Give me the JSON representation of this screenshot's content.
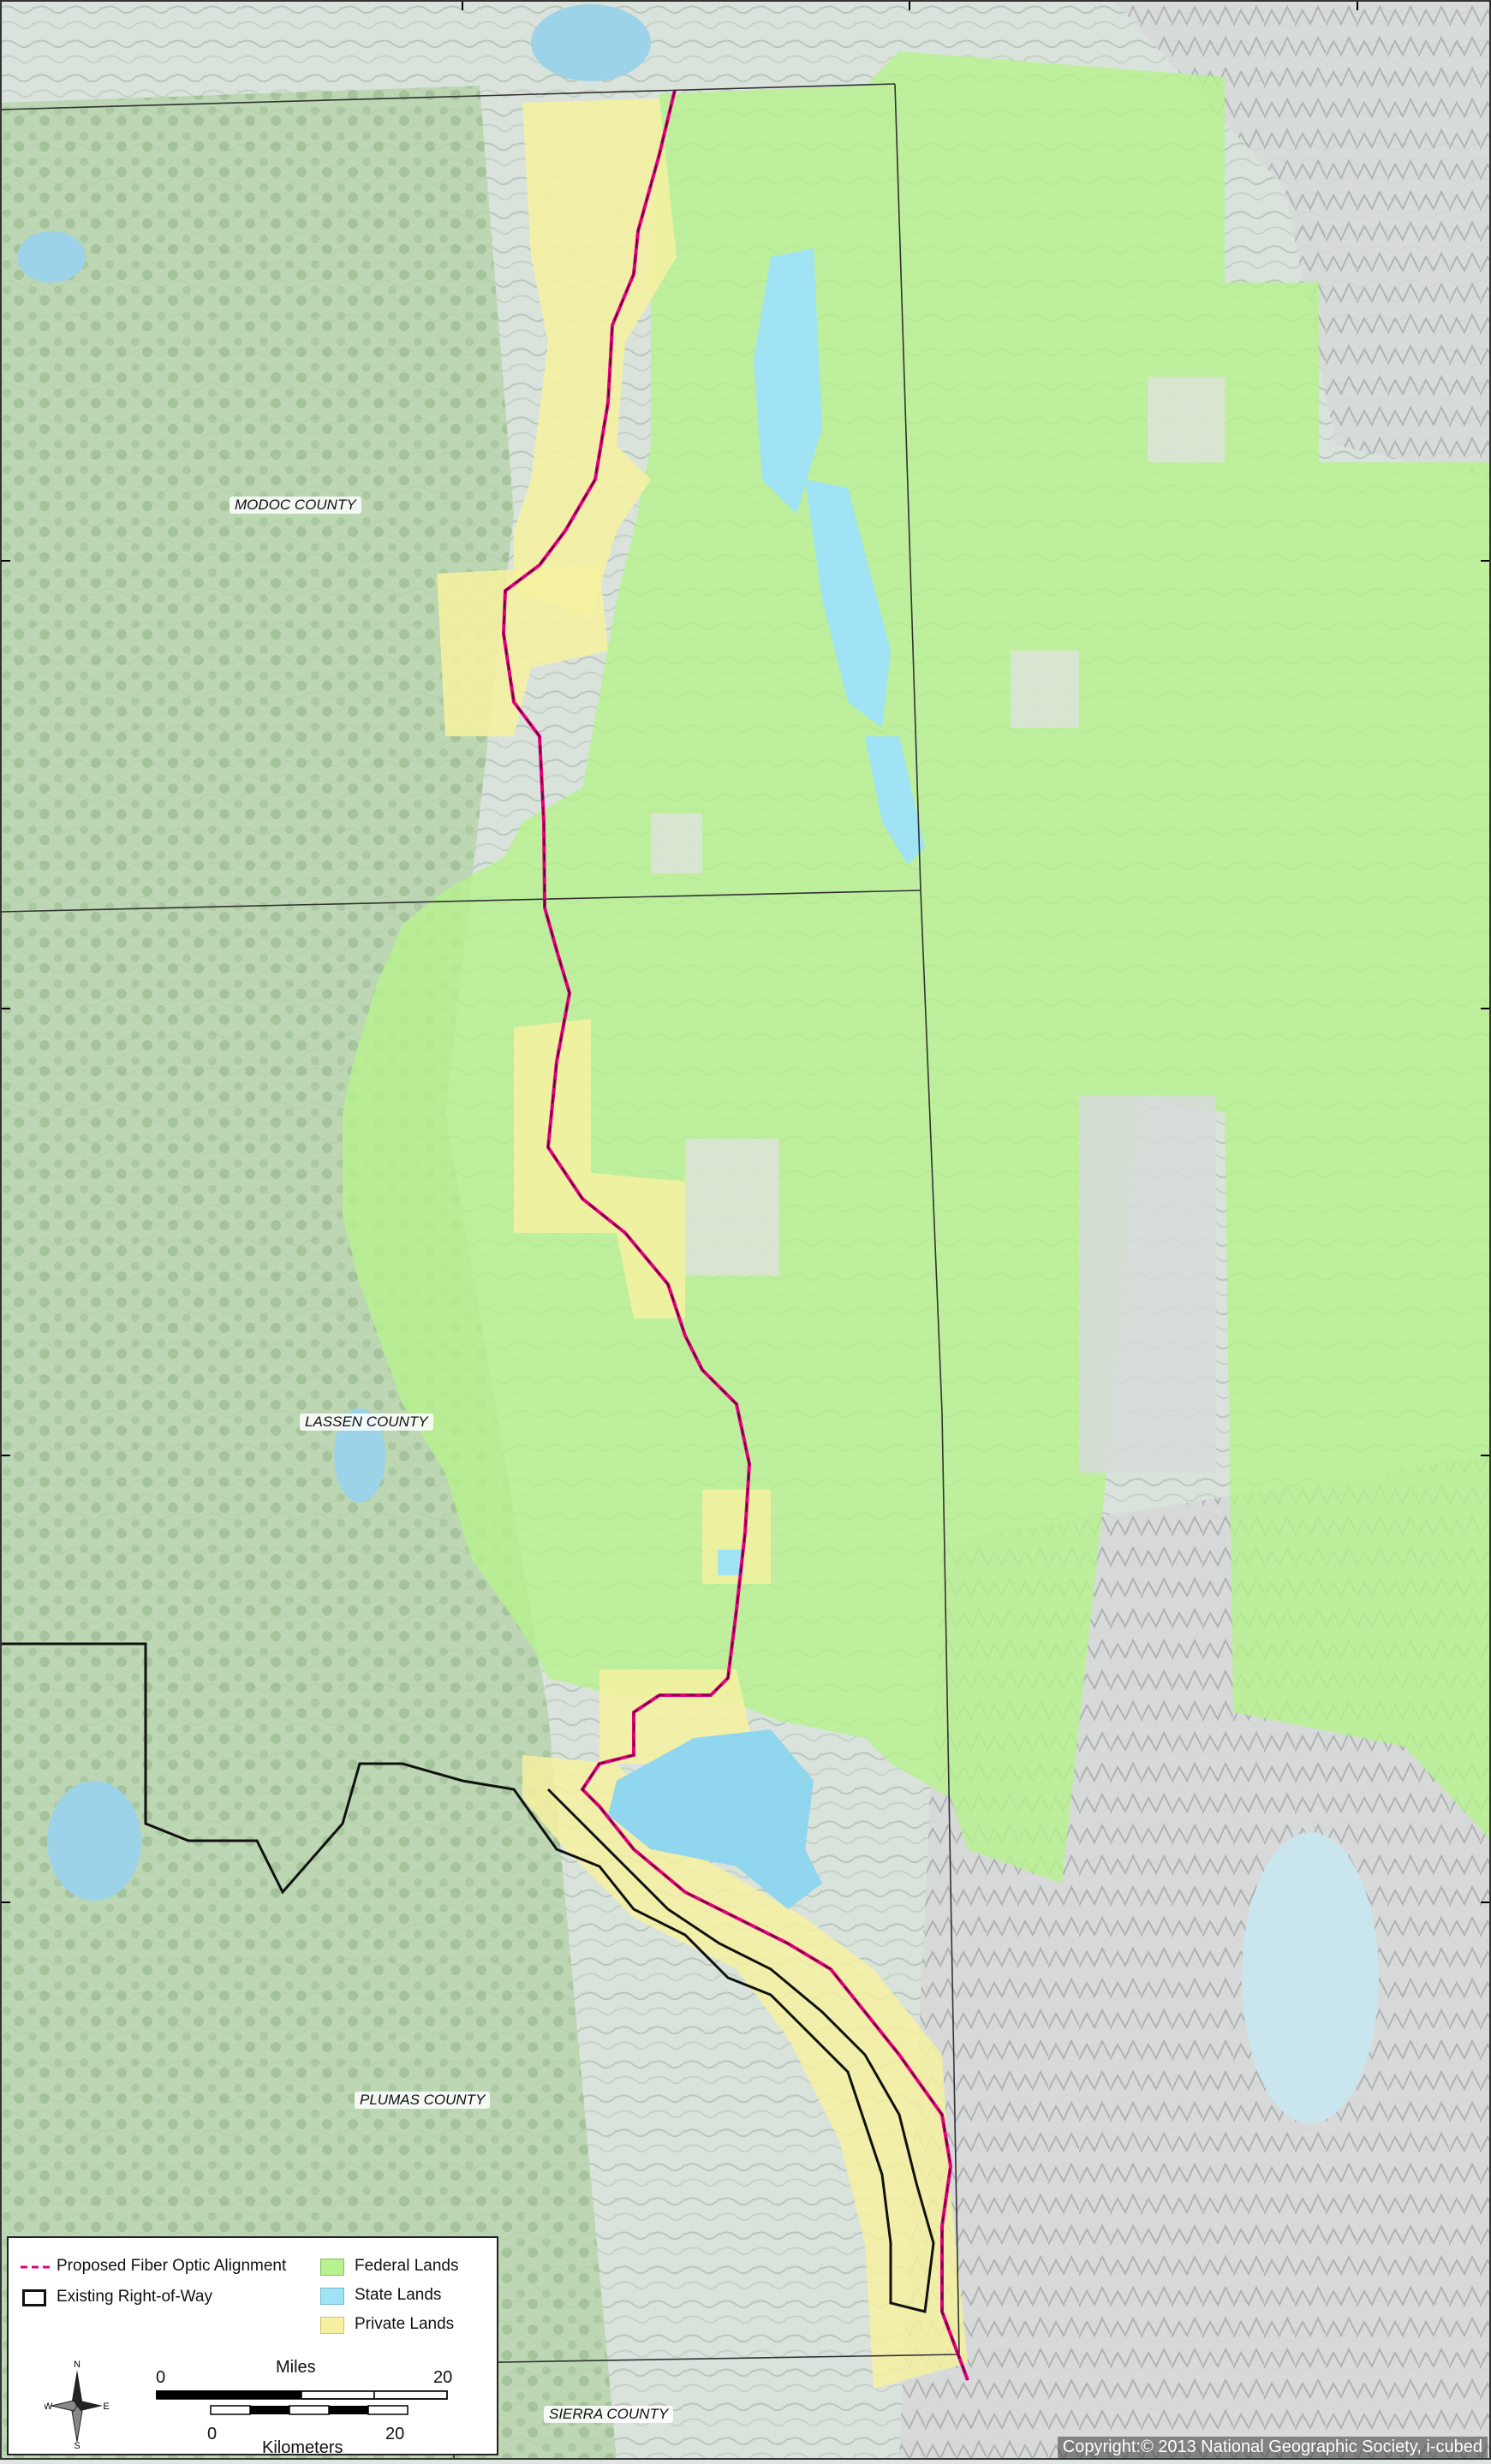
{
  "map": {
    "counties": {
      "modoc": "MODOC COUNTY",
      "lassen": "LASSEN COUNTY",
      "plumas": "PLUMAS COUNTY",
      "sierra": "SIERRA COUNTY"
    },
    "colors": {
      "federal": "#b7f28f",
      "state": "#9fe3f4",
      "private": "#f5f1a0",
      "alignment": "#e0007a",
      "right_of_way": "#111111",
      "water": "#9dd3e8"
    }
  },
  "legend": {
    "items": [
      {
        "label": "Proposed Fiber Optic Alignment"
      },
      {
        "label": "Existing Right-of-Way"
      },
      {
        "label": "Federal Lands"
      },
      {
        "label": "State Lands"
      },
      {
        "label": "Private Lands"
      }
    ],
    "north_arrow": {
      "n": "N",
      "s": "S",
      "e": "E",
      "w": "W"
    },
    "scale_miles": {
      "title": "Miles",
      "start": "0",
      "end": "20"
    },
    "scale_km": {
      "title": "Kilometers",
      "start": "0",
      "end": "20"
    }
  },
  "copyright": "Copyright:© 2013 National Geographic Society, i-cubed"
}
